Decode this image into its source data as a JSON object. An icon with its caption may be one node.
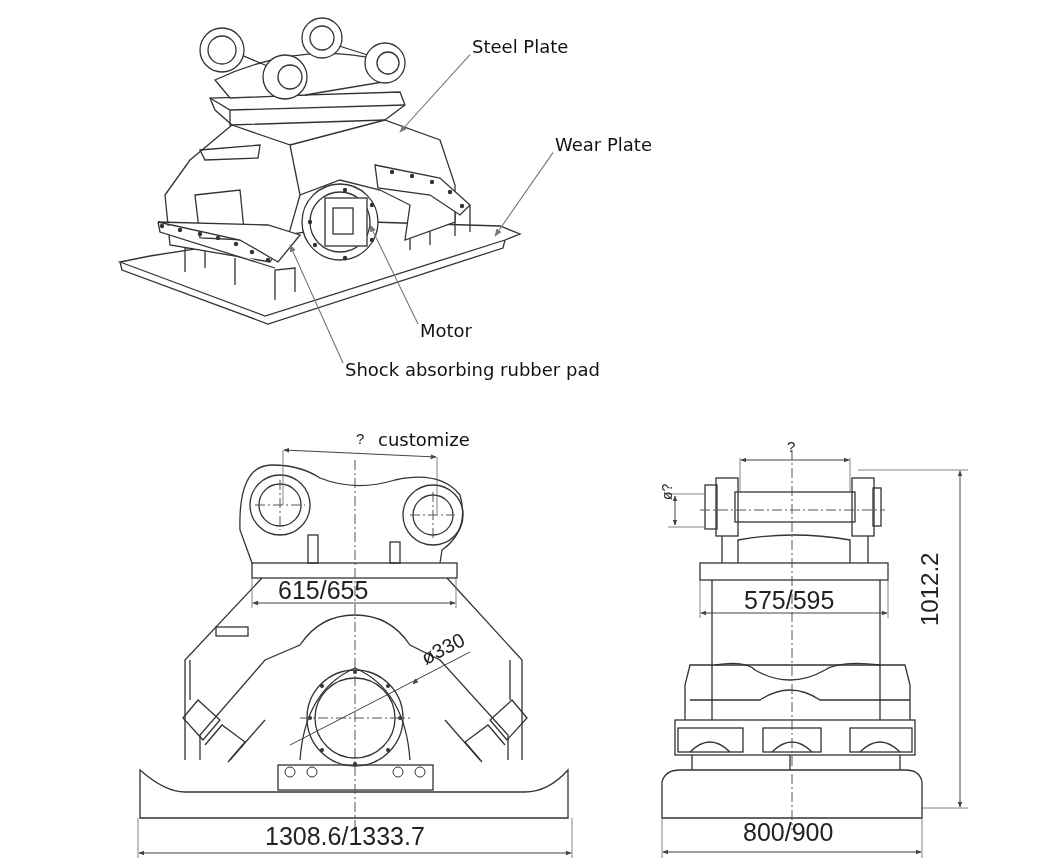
{
  "diagram": {
    "nodes": [
      {
        "text": [
          "Steel Plate"
        ]
      },
      {
        "text": [
          "Wear Plate"
        ]
      },
      {
        "text": [
          "Motor"
        ]
      },
      {
        "text": [
          "Shock absorbing rubber pad"
        ]
      }
    ],
    "edges": [
      {
        "from": 0,
        "to": null,
        "arrow": "to"
      },
      {
        "from": 1,
        "to": null,
        "arrow": "to"
      },
      {
        "from": 2,
        "to": null,
        "arrow": "to"
      },
      {
        "from": 3,
        "to": null,
        "arrow": "to"
      }
    ],
    "labels": [
      "?",
      "customize",
      "?",
      "ø?",
      "615/655",
      "575/595",
      "1012.2",
      "ø330",
      "1308.6/1333.7",
      "800/900"
    ]
  }
}
